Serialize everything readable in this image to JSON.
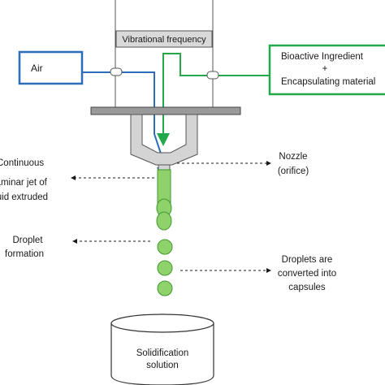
{
  "vibration_label": "Vibrational frequency",
  "air_label": "Air",
  "feed_label": {
    "line1": "Bioactive Ingredient",
    "line2": "+",
    "line3": "Encapsulating material"
  },
  "jet_label": {
    "line1": "Continuous",
    "line2": "laminar jet of",
    "line3": "fluid extruded"
  },
  "nozzle_label": {
    "line1": "Nozzle",
    "line2": "(orifice)"
  },
  "droplet_label": {
    "line1": "Droplet",
    "line2": "formation"
  },
  "capsule_label": {
    "line1": "Droplets are",
    "line2": "converted into",
    "line3": "capsules"
  },
  "bath_label": {
    "line1": "Solidification",
    "line2": "solution"
  },
  "colors": {
    "air_line": "#2a6ebb",
    "feed_line": "#22a84a",
    "droplet_fill": "#8fd16a",
    "droplet_stroke": "#3e9a2e",
    "nozzle_fill": "#d4d4d4",
    "plate_fill": "#9a9a9a"
  }
}
